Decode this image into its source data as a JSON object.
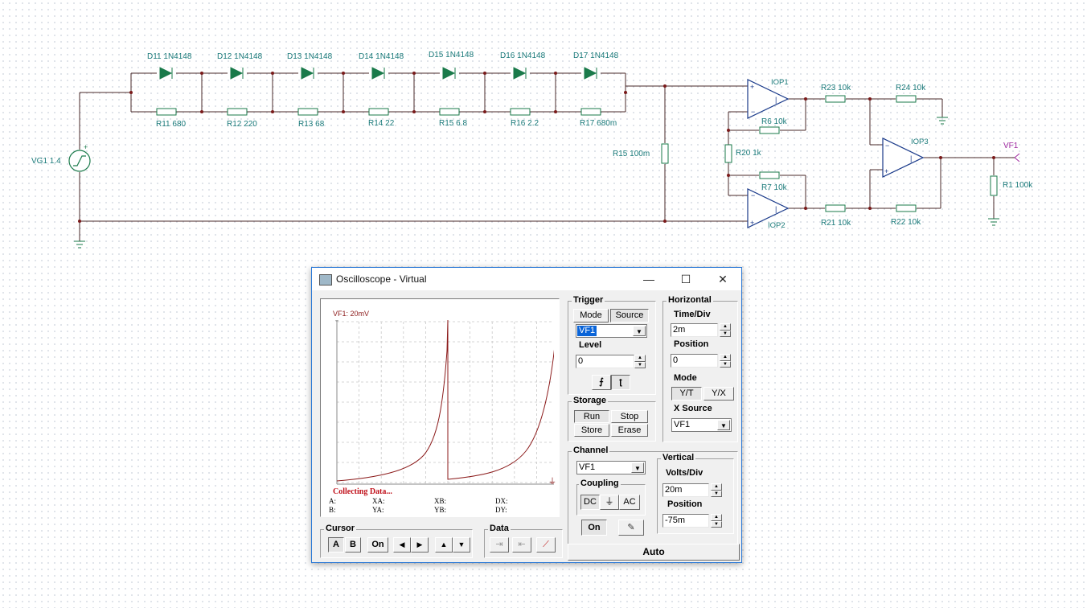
{
  "schematic": {
    "diodes": [
      {
        "ref": "D11",
        "model": "1N4148"
      },
      {
        "ref": "D12",
        "model": "1N4148"
      },
      {
        "ref": "D13",
        "model": "1N4148"
      },
      {
        "ref": "D14",
        "model": "1N4148"
      },
      {
        "ref": "D15",
        "model": "1N4148"
      },
      {
        "ref": "D16",
        "model": "1N4148"
      },
      {
        "ref": "D17",
        "model": "1N4148"
      }
    ],
    "resistors_chain": [
      {
        "ref": "R11",
        "value": "680"
      },
      {
        "ref": "R12",
        "value": "220"
      },
      {
        "ref": "R13",
        "value": "68"
      },
      {
        "ref": "R14",
        "value": "22"
      },
      {
        "ref": "R15",
        "value": "6.8"
      },
      {
        "ref": "R16",
        "value": "2.2"
      },
      {
        "ref": "R17",
        "value": "680m"
      }
    ],
    "source": {
      "ref": "VG1",
      "value": "1.4"
    },
    "r_shunt": {
      "ref": "R15",
      "value": "100m"
    },
    "opamps": [
      "IOP1",
      "IOP2",
      "IOP3"
    ],
    "r20": "R20 1k",
    "r6": "R6 10k",
    "r7": "R7 10k",
    "r23": "R23 10k",
    "r24": "R24 10k",
    "r21": "R21 10k",
    "r22": "R22 10k",
    "r1": "R1 100k",
    "probe": "VF1"
  },
  "window": {
    "title": "Oscilloscope - Virtual",
    "minimize": "—",
    "maximize": "☐",
    "close": "✕"
  },
  "screen": {
    "channel_label": "VF1: 20mV",
    "status": "Collecting Data...",
    "readouts": [
      "A:",
      "XA:",
      "XB:",
      "DX:",
      "B:",
      "YA:",
      "YB:",
      "DY:"
    ],
    "trace_color": "#8b1a1a"
  },
  "trigger": {
    "title": "Trigger",
    "mode": "Mode",
    "source": "Source",
    "selected": "VF1",
    "level_label": "Level",
    "level": "0"
  },
  "horizontal": {
    "title": "Horizontal",
    "time_div_label": "Time/Div",
    "time_div": "2m",
    "position_label": "Position",
    "position": "0",
    "mode_label": "Mode",
    "yt": "Y/T",
    "yx": "Y/X",
    "xsource_label": "X Source",
    "xsource": "VF1"
  },
  "storage": {
    "title": "Storage",
    "run": "Run",
    "stop": "Stop",
    "store": "Store",
    "erase": "Erase"
  },
  "channel": {
    "title": "Channel",
    "selected": "VF1",
    "coupling_label": "Coupling",
    "dc": "DC",
    "ac": "AC",
    "on": "On"
  },
  "vertical": {
    "title": "Vertical",
    "volts_div_label": "Volts/Div",
    "volts_div": "20m",
    "position_label": "Position",
    "position": "-75m"
  },
  "cursor": {
    "title": "Cursor",
    "a": "A",
    "b": "B",
    "on": "On"
  },
  "data": {
    "title": "Data"
  },
  "auto": "Auto"
}
